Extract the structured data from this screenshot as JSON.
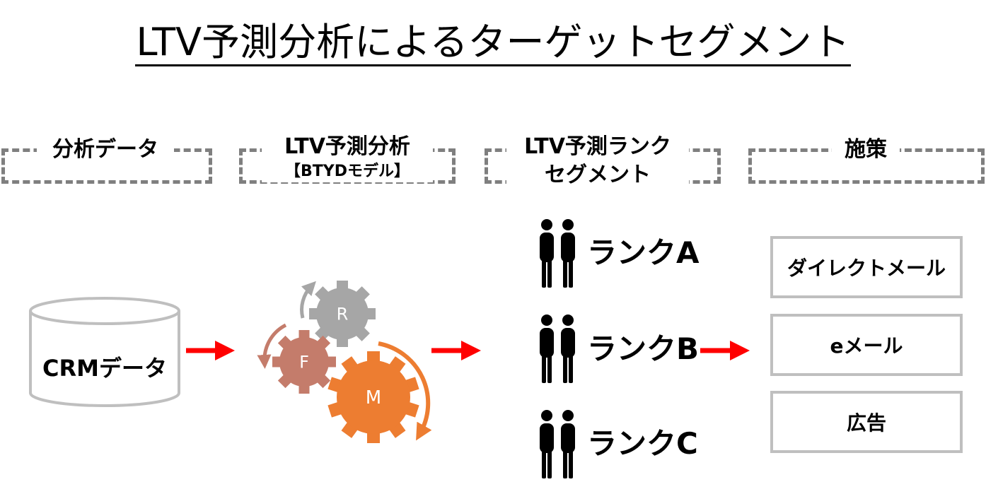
{
  "title": "LTV予測分析によるターゲットセグメント",
  "steps": [
    {
      "label": "分析データ",
      "sub": ""
    },
    {
      "label": "LTV予測分析",
      "sub": "【BTYDモデル】"
    },
    {
      "label": "LTV予測ランク",
      "sub": "セグメント"
    },
    {
      "label": "施策",
      "sub": ""
    }
  ],
  "crm": {
    "label": "CRMデータ"
  },
  "gears": [
    {
      "letter": "R",
      "color": "#a6a6a6"
    },
    {
      "letter": "F",
      "color": "#c47c6b"
    },
    {
      "letter": "M",
      "color": "#ed7d31"
    }
  ],
  "ranks": [
    "ランクA",
    "ランクB",
    "ランクC"
  ],
  "actions": [
    "ダイレクトメール",
    "eメール",
    "広告"
  ],
  "arrow_color": "#ff0000"
}
